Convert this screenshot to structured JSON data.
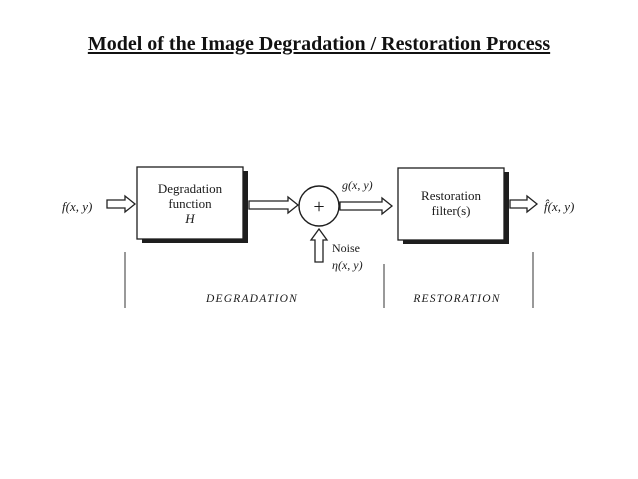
{
  "title": "Model of the Image Degradation / Restoration Process",
  "diagram": {
    "input_label": "f(x, y)",
    "degradation_block": {
      "line1": "Degradation",
      "line2": "function",
      "line3": "H"
    },
    "adder_symbol": "+",
    "adder_output_label": "g(x, y)",
    "noise_label": "Noise",
    "noise_symbol": "η(x, y)",
    "restoration_block": {
      "line1": "Restoration",
      "line2": "filter(s)"
    },
    "output_label": "f̂(x, y)",
    "section_degradation": "DEGRADATION",
    "section_restoration": "RESTORATION"
  }
}
